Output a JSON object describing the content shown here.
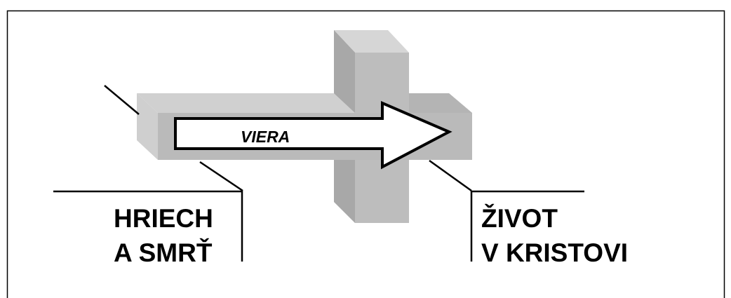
{
  "diagram": {
    "arrow_label": "VIERA",
    "left_label_line1": "HRIECH",
    "left_label_line2": "A SMRŤ",
    "right_label_line1": "ŽIVOT",
    "right_label_line2": "V KRISTOVI"
  },
  "colors": {
    "cross_front": "#c0c0c0",
    "cross_top": "#d6d6d6",
    "cross_side": "#a8a8a8",
    "arrow_fill": "#ffffff",
    "line": "#000000"
  }
}
